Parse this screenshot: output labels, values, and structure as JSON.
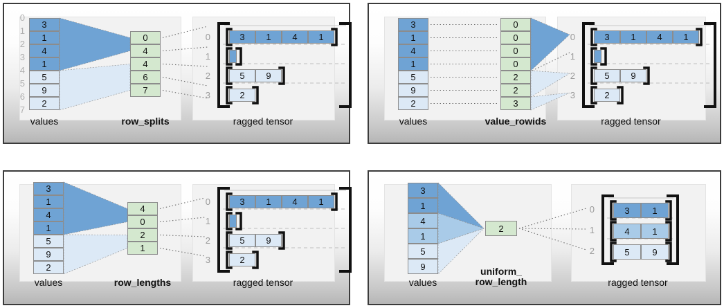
{
  "figure": {
    "title_hidden": "",
    "colors": {
      "value_dark": "#6fa3d4",
      "value_mid": "#a9cbe8",
      "value_light": "#dce9f6",
      "partition_green": "#d4e8cf",
      "panel_border": "#3b3b3b",
      "bracket_black": "#111111",
      "index_gray": "#b0b0b0",
      "dotted_gray": "#6b6b6b"
    }
  },
  "panels": [
    {
      "id": "row-splits",
      "values_caption": "values",
      "partition_caption": "row_splits",
      "tensor_caption": "ragged tensor",
      "values": [
        3,
        1,
        4,
        1,
        5,
        9,
        2
      ],
      "value_shades": [
        "dark",
        "dark",
        "dark",
        "dark",
        "light",
        "light",
        "light"
      ],
      "value_index_labels": [
        "0",
        "1",
        "2",
        "3",
        "4",
        "5",
        "6",
        "7"
      ],
      "show_value_index_labels": true,
      "partition_values": [
        0,
        4,
        4,
        6,
        7
      ],
      "row_indices": [
        "0",
        "1",
        "2",
        "3"
      ],
      "rows": [
        {
          "cells": [
            3,
            1,
            4,
            1
          ],
          "shade": "dark"
        },
        {
          "cells": [],
          "shade": "dark"
        },
        {
          "cells": [
            5,
            9
          ],
          "shade": "light"
        },
        {
          "cells": [
            2
          ],
          "shade": "light"
        }
      ]
    },
    {
      "id": "value-rowids",
      "values_caption": "values",
      "partition_caption": "value_rowids",
      "tensor_caption": "ragged tensor",
      "values": [
        3,
        1,
        4,
        1,
        5,
        9,
        2
      ],
      "value_shades": [
        "dark",
        "dark",
        "dark",
        "dark",
        "light",
        "light",
        "light"
      ],
      "value_index_labels": [],
      "show_value_index_labels": false,
      "partition_values": [
        0,
        0,
        0,
        0,
        2,
        2,
        3
      ],
      "row_indices": [
        "0",
        "1",
        "2",
        "3"
      ],
      "rows": [
        {
          "cells": [
            3,
            1,
            4,
            1
          ],
          "shade": "dark"
        },
        {
          "cells": [],
          "shade": "dark"
        },
        {
          "cells": [
            5,
            9
          ],
          "shade": "light"
        },
        {
          "cells": [
            2
          ],
          "shade": "light"
        }
      ]
    },
    {
      "id": "row-lengths",
      "values_caption": "values",
      "partition_caption": "row_lengths",
      "tensor_caption": "ragged tensor",
      "values": [
        3,
        1,
        4,
        1,
        5,
        9,
        2
      ],
      "value_shades": [
        "dark",
        "dark",
        "dark",
        "dark",
        "light",
        "light",
        "light"
      ],
      "value_index_labels": [],
      "show_value_index_labels": false,
      "partition_values": [
        4,
        0,
        2,
        1
      ],
      "row_indices": [
        "0",
        "1",
        "2",
        "3"
      ],
      "rows": [
        {
          "cells": [
            3,
            1,
            4,
            1
          ],
          "shade": "dark"
        },
        {
          "cells": [],
          "shade": "dark"
        },
        {
          "cells": [
            5,
            9
          ],
          "shade": "light"
        },
        {
          "cells": [
            2
          ],
          "shade": "light"
        }
      ]
    },
    {
      "id": "uniform-row-length",
      "values_caption": "values",
      "partition_caption": "uniform_\nrow_length",
      "partition_caption_line1": "uniform_",
      "partition_caption_line2": "row_length",
      "tensor_caption": "ragged tensor",
      "values": [
        3,
        1,
        4,
        1,
        5,
        9
      ],
      "value_shades": [
        "dark",
        "dark",
        "mid",
        "mid",
        "light",
        "light"
      ],
      "value_index_labels": [],
      "show_value_index_labels": false,
      "partition_values": [
        2
      ],
      "row_indices": [
        "0",
        "1",
        "2"
      ],
      "rows": [
        {
          "cells": [
            3,
            1
          ],
          "shade": "dark"
        },
        {
          "cells": [
            4,
            1
          ],
          "shade": "mid"
        },
        {
          "cells": [
            5,
            9
          ],
          "shade": "light"
        }
      ]
    }
  ]
}
